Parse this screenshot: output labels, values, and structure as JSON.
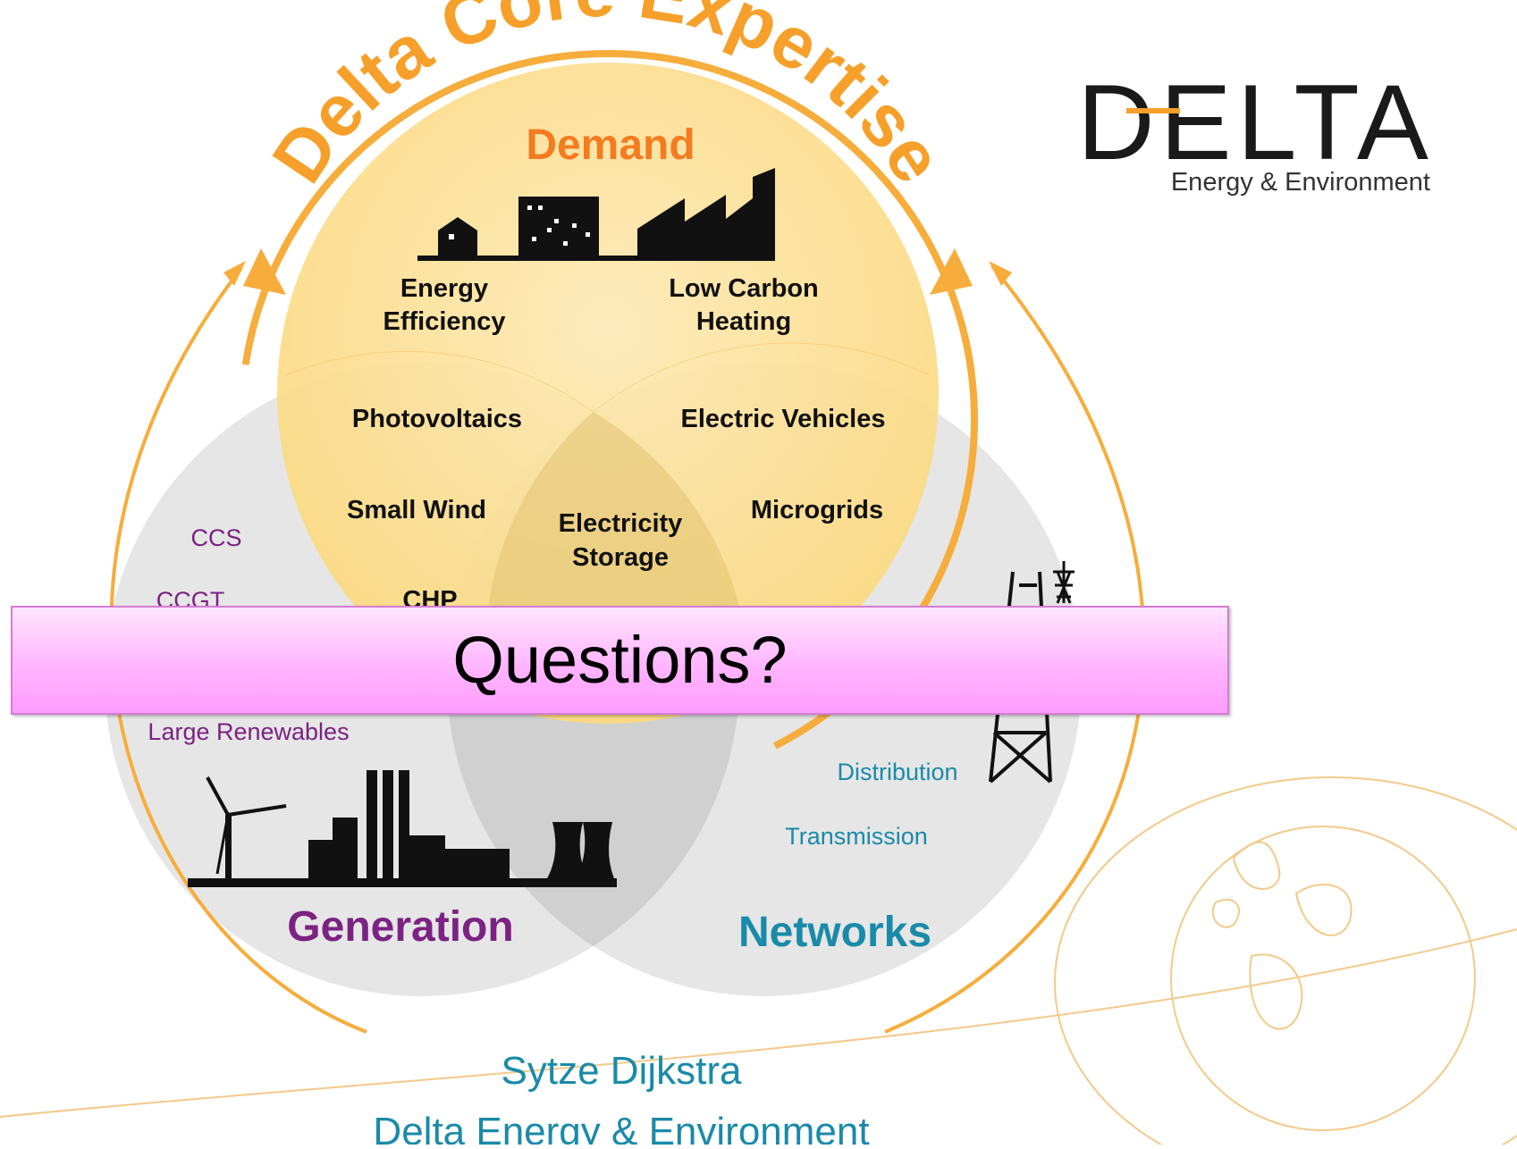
{
  "title": "Delta Core Expertise",
  "logo": {
    "wordmark": "DELTA",
    "tagline": "Energy & Environment"
  },
  "circles": {
    "demand": {
      "label": "Demand",
      "items": [
        "Energy",
        "Efficiency",
        "Low Carbon",
        "Heating"
      ]
    },
    "generation": {
      "label": "Generation",
      "items": [
        "CCS",
        "CCGT",
        "Large Renewables"
      ]
    },
    "networks": {
      "label": "Networks",
      "items": [
        "Distribution",
        "Transmission"
      ]
    }
  },
  "overlaps": {
    "demand_generation": [
      "Photovoltaics",
      "Small Wind",
      "CHP"
    ],
    "demand_networks": [
      "Electric Vehicles",
      "Microgrids"
    ],
    "center": [
      "Electricity",
      "Storage"
    ]
  },
  "banner": {
    "text": "Questions?"
  },
  "footer": {
    "presenter": "Sytze Dijkstra",
    "organisation": "Delta Energy & Environment"
  },
  "colors": {
    "orange_accent": "#f6ad3c",
    "title_orange": "#f6a02b",
    "demand_text": "#f47b20",
    "generation_text": "#7b2282",
    "networks_text": "#1a8aa9",
    "demand_fill": "#fde3a3",
    "grey_fill": "#e4e4e4",
    "banner_fill": "#ffb6ff"
  }
}
